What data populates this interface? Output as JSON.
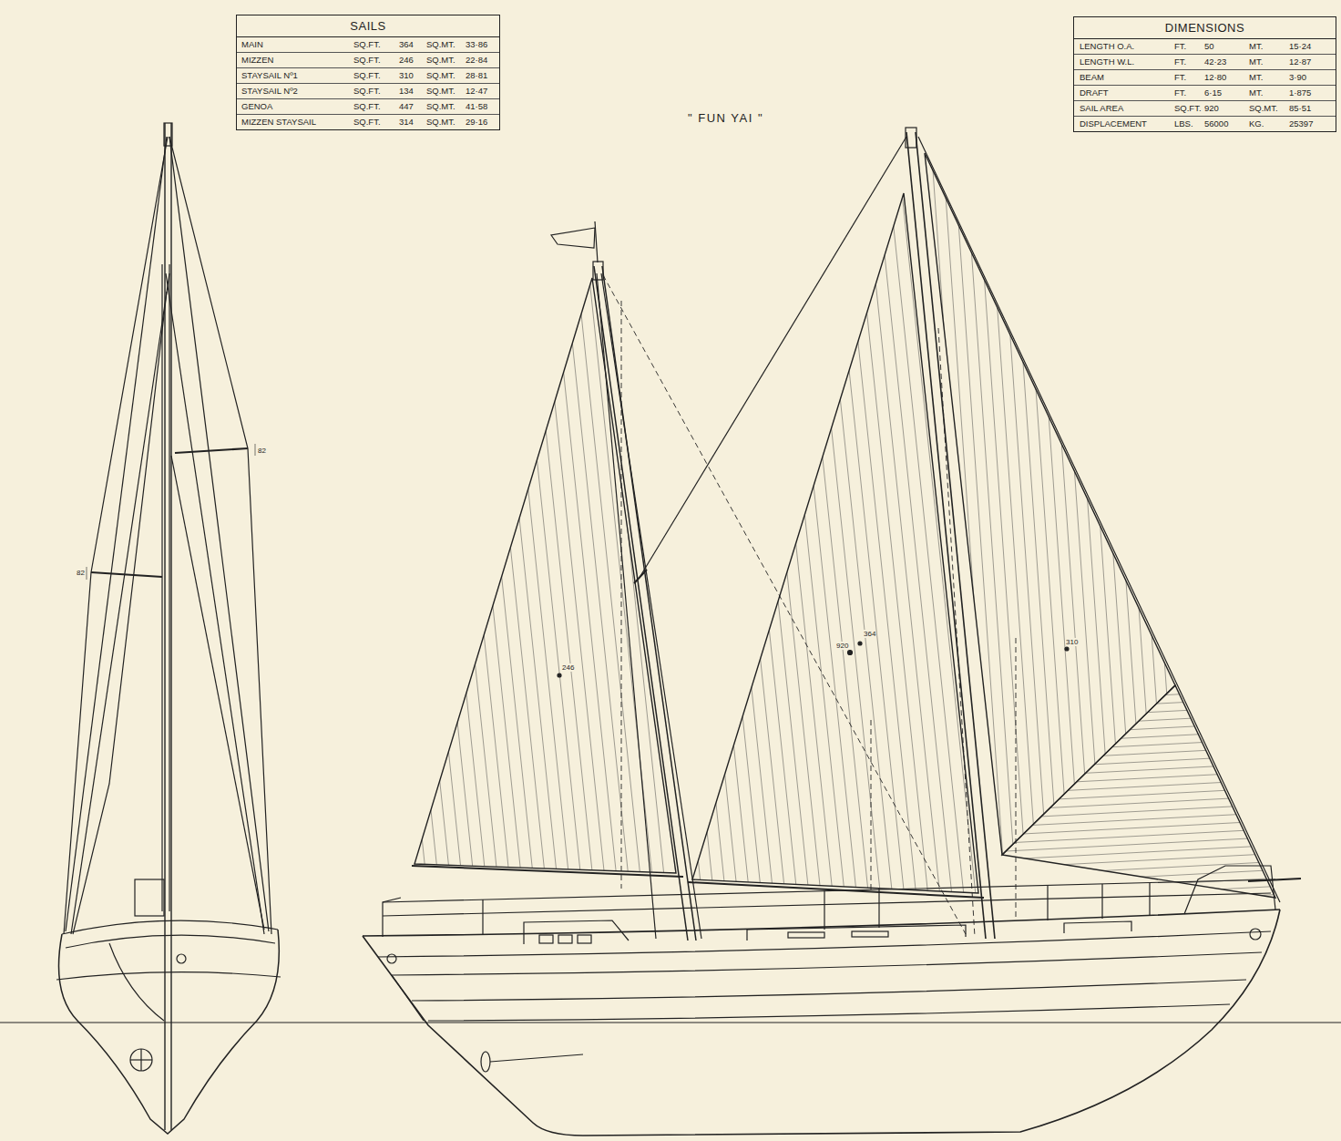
{
  "diagram": {
    "title": "\" FUN YAI \"",
    "nodes": [
      {
        "text": [
          "SAILS"
        ]
      },
      {
        "text": [
          "DIMENSIONS"
        ]
      }
    ],
    "labels": [
      "MAIN",
      "SQ.FT.",
      "364",
      "SQ.MT.",
      "33·86",
      "MIZZEN",
      "SQ.FT.",
      "246",
      "SQ.MT.",
      "22·84",
      "STAYSAIL Nº1",
      "SQ.FT.",
      "310",
      "SQ.MT.",
      "28·81",
      "STAYSAIL Nº2",
      "SQ.FT.",
      "134",
      "SQ.MT.",
      "12·47",
      "GENOA",
      "SQ.FT.",
      "447",
      "SQ.MT.",
      "41·58",
      "MIZZEN STAYSAIL",
      "SQ.FT.",
      "314",
      "SQ.MT.",
      "29·16",
      "LENGTH O.A.",
      "FT.",
      "50",
      "MT.",
      "15·24",
      "LENGTH W.L.",
      "FT.",
      "42·23",
      "MT.",
      "12·87",
      "BEAM",
      "FT.",
      "12·80",
      "MT.",
      "3·90",
      "DRAFT",
      "FT.",
      "6·15",
      "MT.",
      "1·875",
      "SAIL AREA",
      "SQ.FT.",
      "920",
      "SQ.MT.",
      "85·51",
      "DISPLACEMENT",
      "LBS.",
      "56000",
      "KG.",
      "25397",
      "246",
      "920",
      "364",
      "310",
      "82",
      "82"
    ]
  }
}
